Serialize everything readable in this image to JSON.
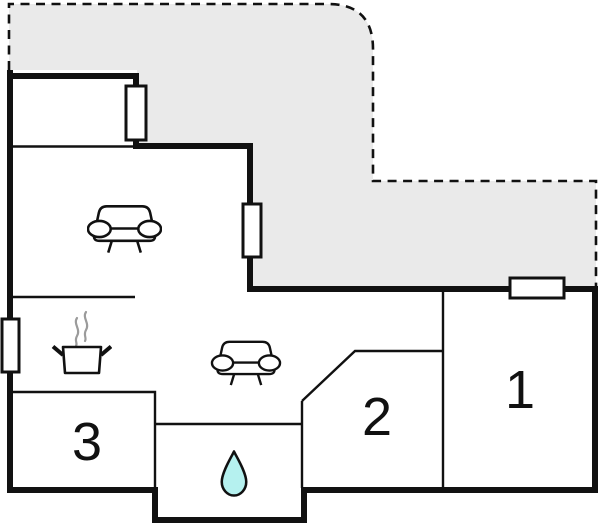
{
  "floor_plan": {
    "rooms": [
      {
        "name": "room-1",
        "label": "1"
      },
      {
        "name": "room-2",
        "label": "2"
      },
      {
        "name": "room-3",
        "label": "3"
      }
    ],
    "icons": [
      "sofa-icon (living room, upper)",
      "sofa-icon (living room, lower)",
      "stove-pot-steam-icon (kitchen)",
      "water-drop-icon (bathroom)"
    ],
    "colors": {
      "terrace_fill": "#eaeaea",
      "wall": "#111111",
      "water_drop_fill": "#b5f1ef",
      "steam": "#9b9b9b",
      "background": "#ffffff"
    }
  }
}
